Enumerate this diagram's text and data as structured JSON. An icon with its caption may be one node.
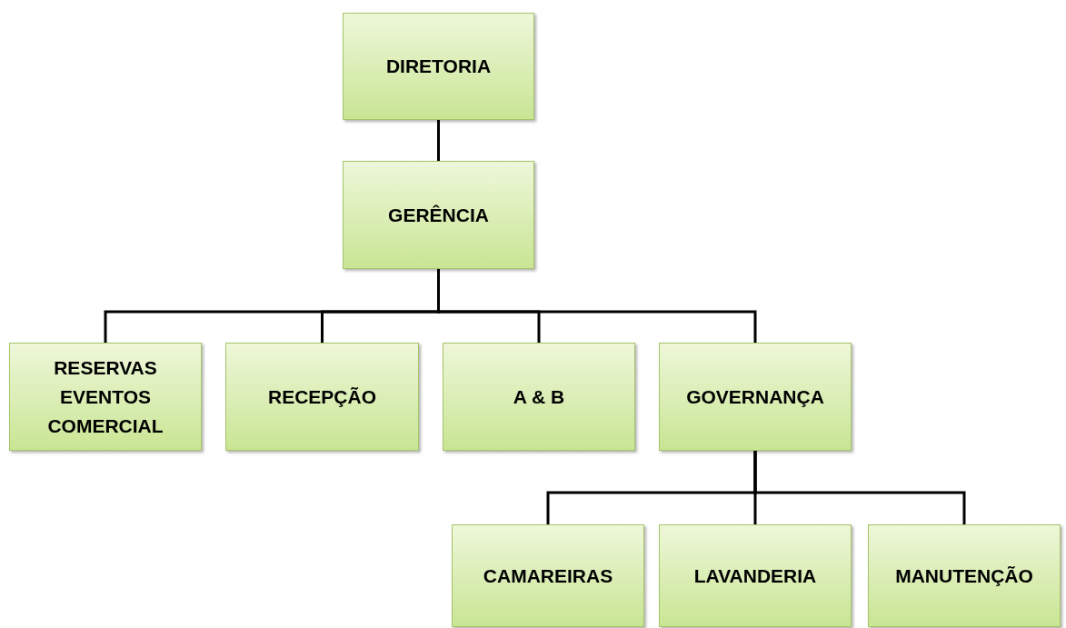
{
  "diagram": {
    "nodes": [
      {
        "text": [
          "DIRETORIA"
        ]
      },
      {
        "text": [
          "GERÊNCIA"
        ]
      },
      {
        "text": [
          "RESERVAS EVENTOS COMERCIAL"
        ]
      },
      {
        "text": [
          "RECEPÇÃO"
        ]
      },
      {
        "text": [
          "A & B"
        ]
      },
      {
        "text": [
          "GOVERNANÇA"
        ]
      },
      {
        "text": [
          "CAMAREIRAS"
        ]
      },
      {
        "text": [
          "LAVANDERIA"
        ]
      },
      {
        "text": [
          "MANUTENÇÃO"
        ]
      }
    ],
    "edges": [
      {
        "from": 0,
        "to": 1,
        "arrow": "none"
      },
      {
        "from": 1,
        "to": 2,
        "arrow": "none"
      },
      {
        "from": 1,
        "to": 3,
        "arrow": "none"
      },
      {
        "from": 1,
        "to": 4,
        "arrow": "none"
      },
      {
        "from": 1,
        "to": 5,
        "arrow": "none"
      },
      {
        "from": 5,
        "to": 6,
        "arrow": "none"
      },
      {
        "from": 5,
        "to": 7,
        "arrow": "none"
      },
      {
        "from": 5,
        "to": 8,
        "arrow": "none"
      }
    ]
  }
}
